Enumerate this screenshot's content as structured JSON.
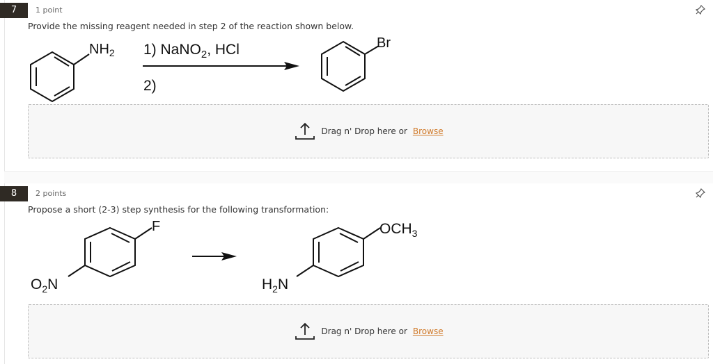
{
  "questions": [
    {
      "number": "7",
      "points": "1 point",
      "prompt": "Provide the missing reagent needed in step 2 of the reaction shown below.",
      "reaction": {
        "start_label": "NH2",
        "step1": "1) NaNO2, HCl",
        "step2": "2)",
        "product_label": "Br"
      },
      "upload": {
        "text": "Drag n' Drop here or",
        "browse": "Browse"
      }
    },
    {
      "number": "8",
      "points": "2 points",
      "prompt": "Propose a short (2-3) step synthesis for the following transformation:",
      "reaction": {
        "start_top": "F",
        "start_bottom": "O2N",
        "product_top": "OCH3",
        "product_bottom": "H2N"
      },
      "upload": {
        "text": "Drag n' Drop here or",
        "browse": "Browse"
      }
    }
  ],
  "icons": {
    "pin": "pin-icon",
    "upload": "upload-icon",
    "arrow": "reaction-arrow"
  }
}
